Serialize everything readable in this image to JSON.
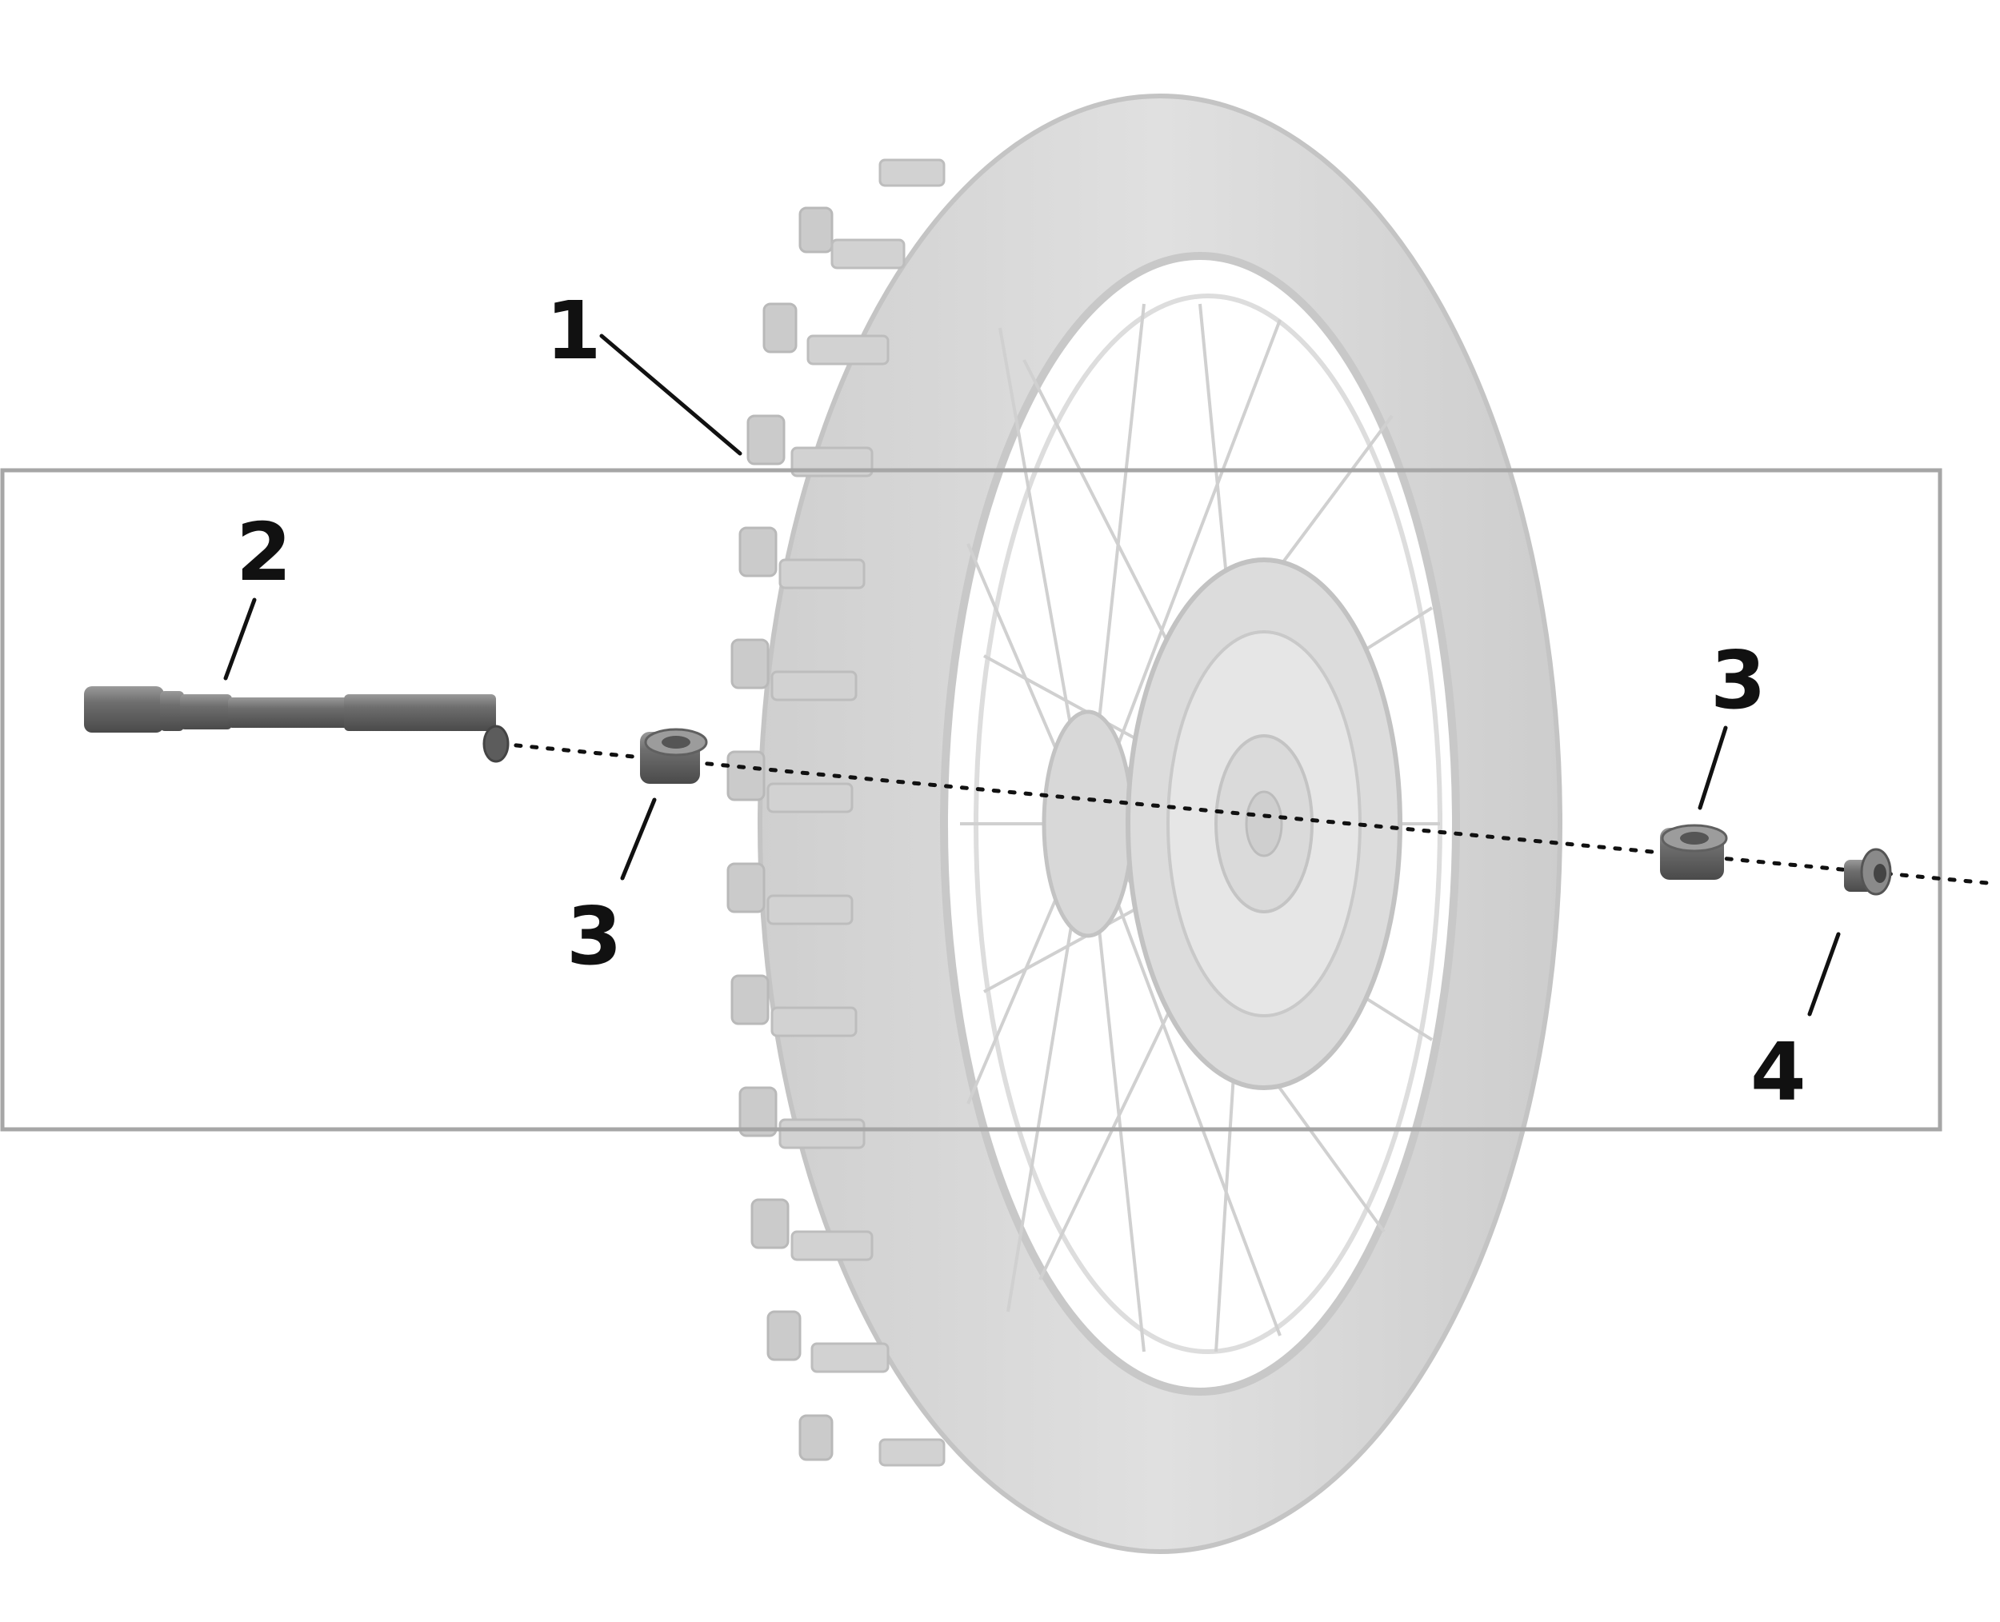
{
  "diagram": {
    "callouts": [
      {
        "id": "1",
        "label": "1",
        "part": "wheel"
      },
      {
        "id": "2",
        "label": "2",
        "part": "axle"
      },
      {
        "id": "3a",
        "label": "3",
        "part": "spacer-left"
      },
      {
        "id": "3b",
        "label": "3",
        "part": "spacer-right"
      },
      {
        "id": "4",
        "label": "4",
        "part": "axle-nut"
      }
    ],
    "colors": {
      "tire": "#d9d9d9",
      "tire_dark": "#c4c4c4",
      "parts": "#7a7a7a",
      "frame": "#a6a6a6",
      "ink": "#111111"
    },
    "icons": [
      "wheel-icon",
      "axle-icon",
      "spacer-icon",
      "axle-nut-icon"
    ]
  }
}
